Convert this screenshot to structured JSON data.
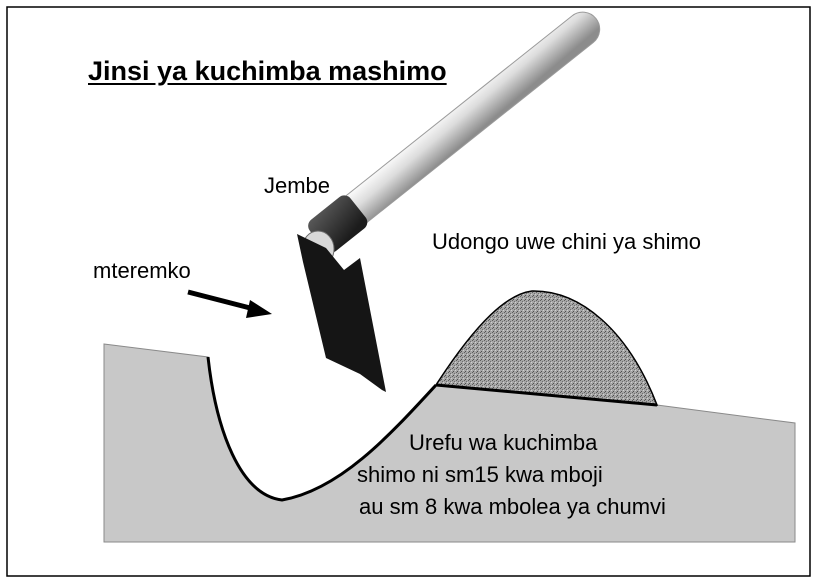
{
  "title": "Jinsi ya kuchimba mashimo",
  "labels": {
    "jembe": "Jembe",
    "mteremko": "mteremko",
    "udongo": "Udongo uwe chini ya shimo"
  },
  "depth_note": {
    "line1": "Urefu wa kuchimba",
    "line2": "shimo ni sm15 kwa mboji",
    "line3": "au sm 8  kwa mbolea ya chumvi"
  },
  "colors": {
    "ground": "#c8c8c8",
    "soil_pile": "#9a9a9a",
    "hoe_blade": "#151515",
    "handle": "#e6e6e6",
    "outline": "#000000"
  }
}
